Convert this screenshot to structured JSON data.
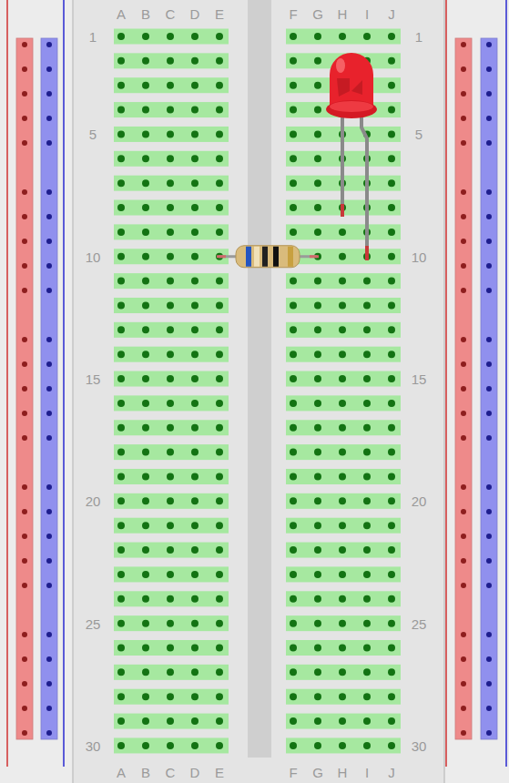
{
  "diagram": {
    "labels": [
      "A",
      "B",
      "C",
      "D",
      "E",
      "F",
      "G",
      "H",
      "I",
      "J",
      "1",
      "1",
      "5",
      "5",
      "10",
      "10",
      "15",
      "15",
      "20",
      "20",
      "25",
      "25",
      "30",
      "30",
      "A",
      "B",
      "C",
      "D",
      "E",
      "F",
      "G",
      "H",
      "I",
      "J"
    ]
  }
}
